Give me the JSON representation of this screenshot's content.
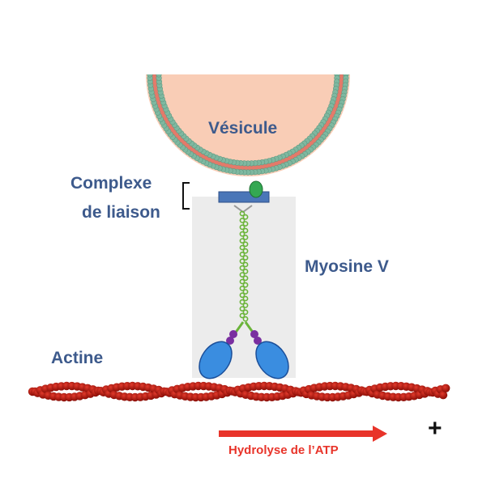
{
  "labels": {
    "vesicle": "Vésicule",
    "linker_line1": "Complexe",
    "linker_line2": "de liaison",
    "myosin": "Myosine V",
    "actin": "Actine",
    "atp": "Hydrolyse de l’ATP",
    "plus_end": "+"
  },
  "colors": {
    "label": "#3d5a8c",
    "vesicle_lumen": "#f9cdb6",
    "membrane_heads": "#7fb8a0",
    "membrane_core": "#e37a6a",
    "linker_bar": "#4a76b8",
    "linker_adaptor": "#34a852",
    "myosin_tail": "#6bb43a",
    "myosin_neck": "#7a2fa0",
    "myosin_head": "#3a8de0",
    "actin": "#b3150d",
    "highlight_box": "#ececec",
    "arrow": "#e8342a"
  }
}
